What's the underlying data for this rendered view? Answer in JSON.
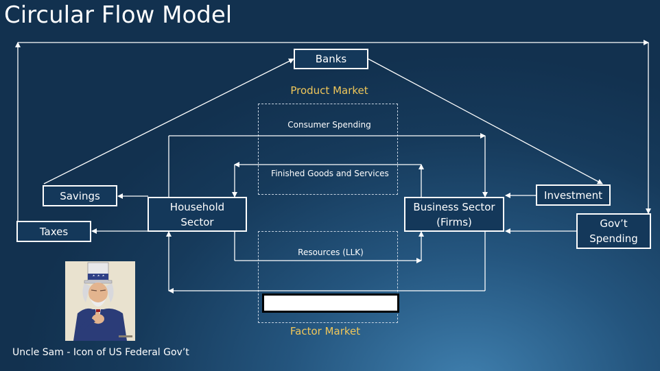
{
  "slide": {
    "title": "Circular Flow Model",
    "caption": "Uncle Sam -  Icon of US Federal Gov’t"
  },
  "nodes": {
    "banks": "Banks",
    "savings": "Savings",
    "taxes": "Taxes",
    "household_line1": "Household",
    "household_line2": "Sector",
    "business_line1": "Business Sector",
    "business_line2": "(Firms)",
    "investment": "Investment",
    "gov_line1": "Gov’t",
    "gov_line2": "Spending"
  },
  "markets": {
    "product": "Product Market",
    "factor": "Factor Market"
  },
  "flows": {
    "consumer_spending": "Consumer Spending",
    "finished_goods": "Finished Goods and Services",
    "resources": "Resources (LLK)"
  },
  "colors": {
    "background": "#163a5b",
    "market_label": "#f0c75a",
    "line": "#ffffff"
  }
}
